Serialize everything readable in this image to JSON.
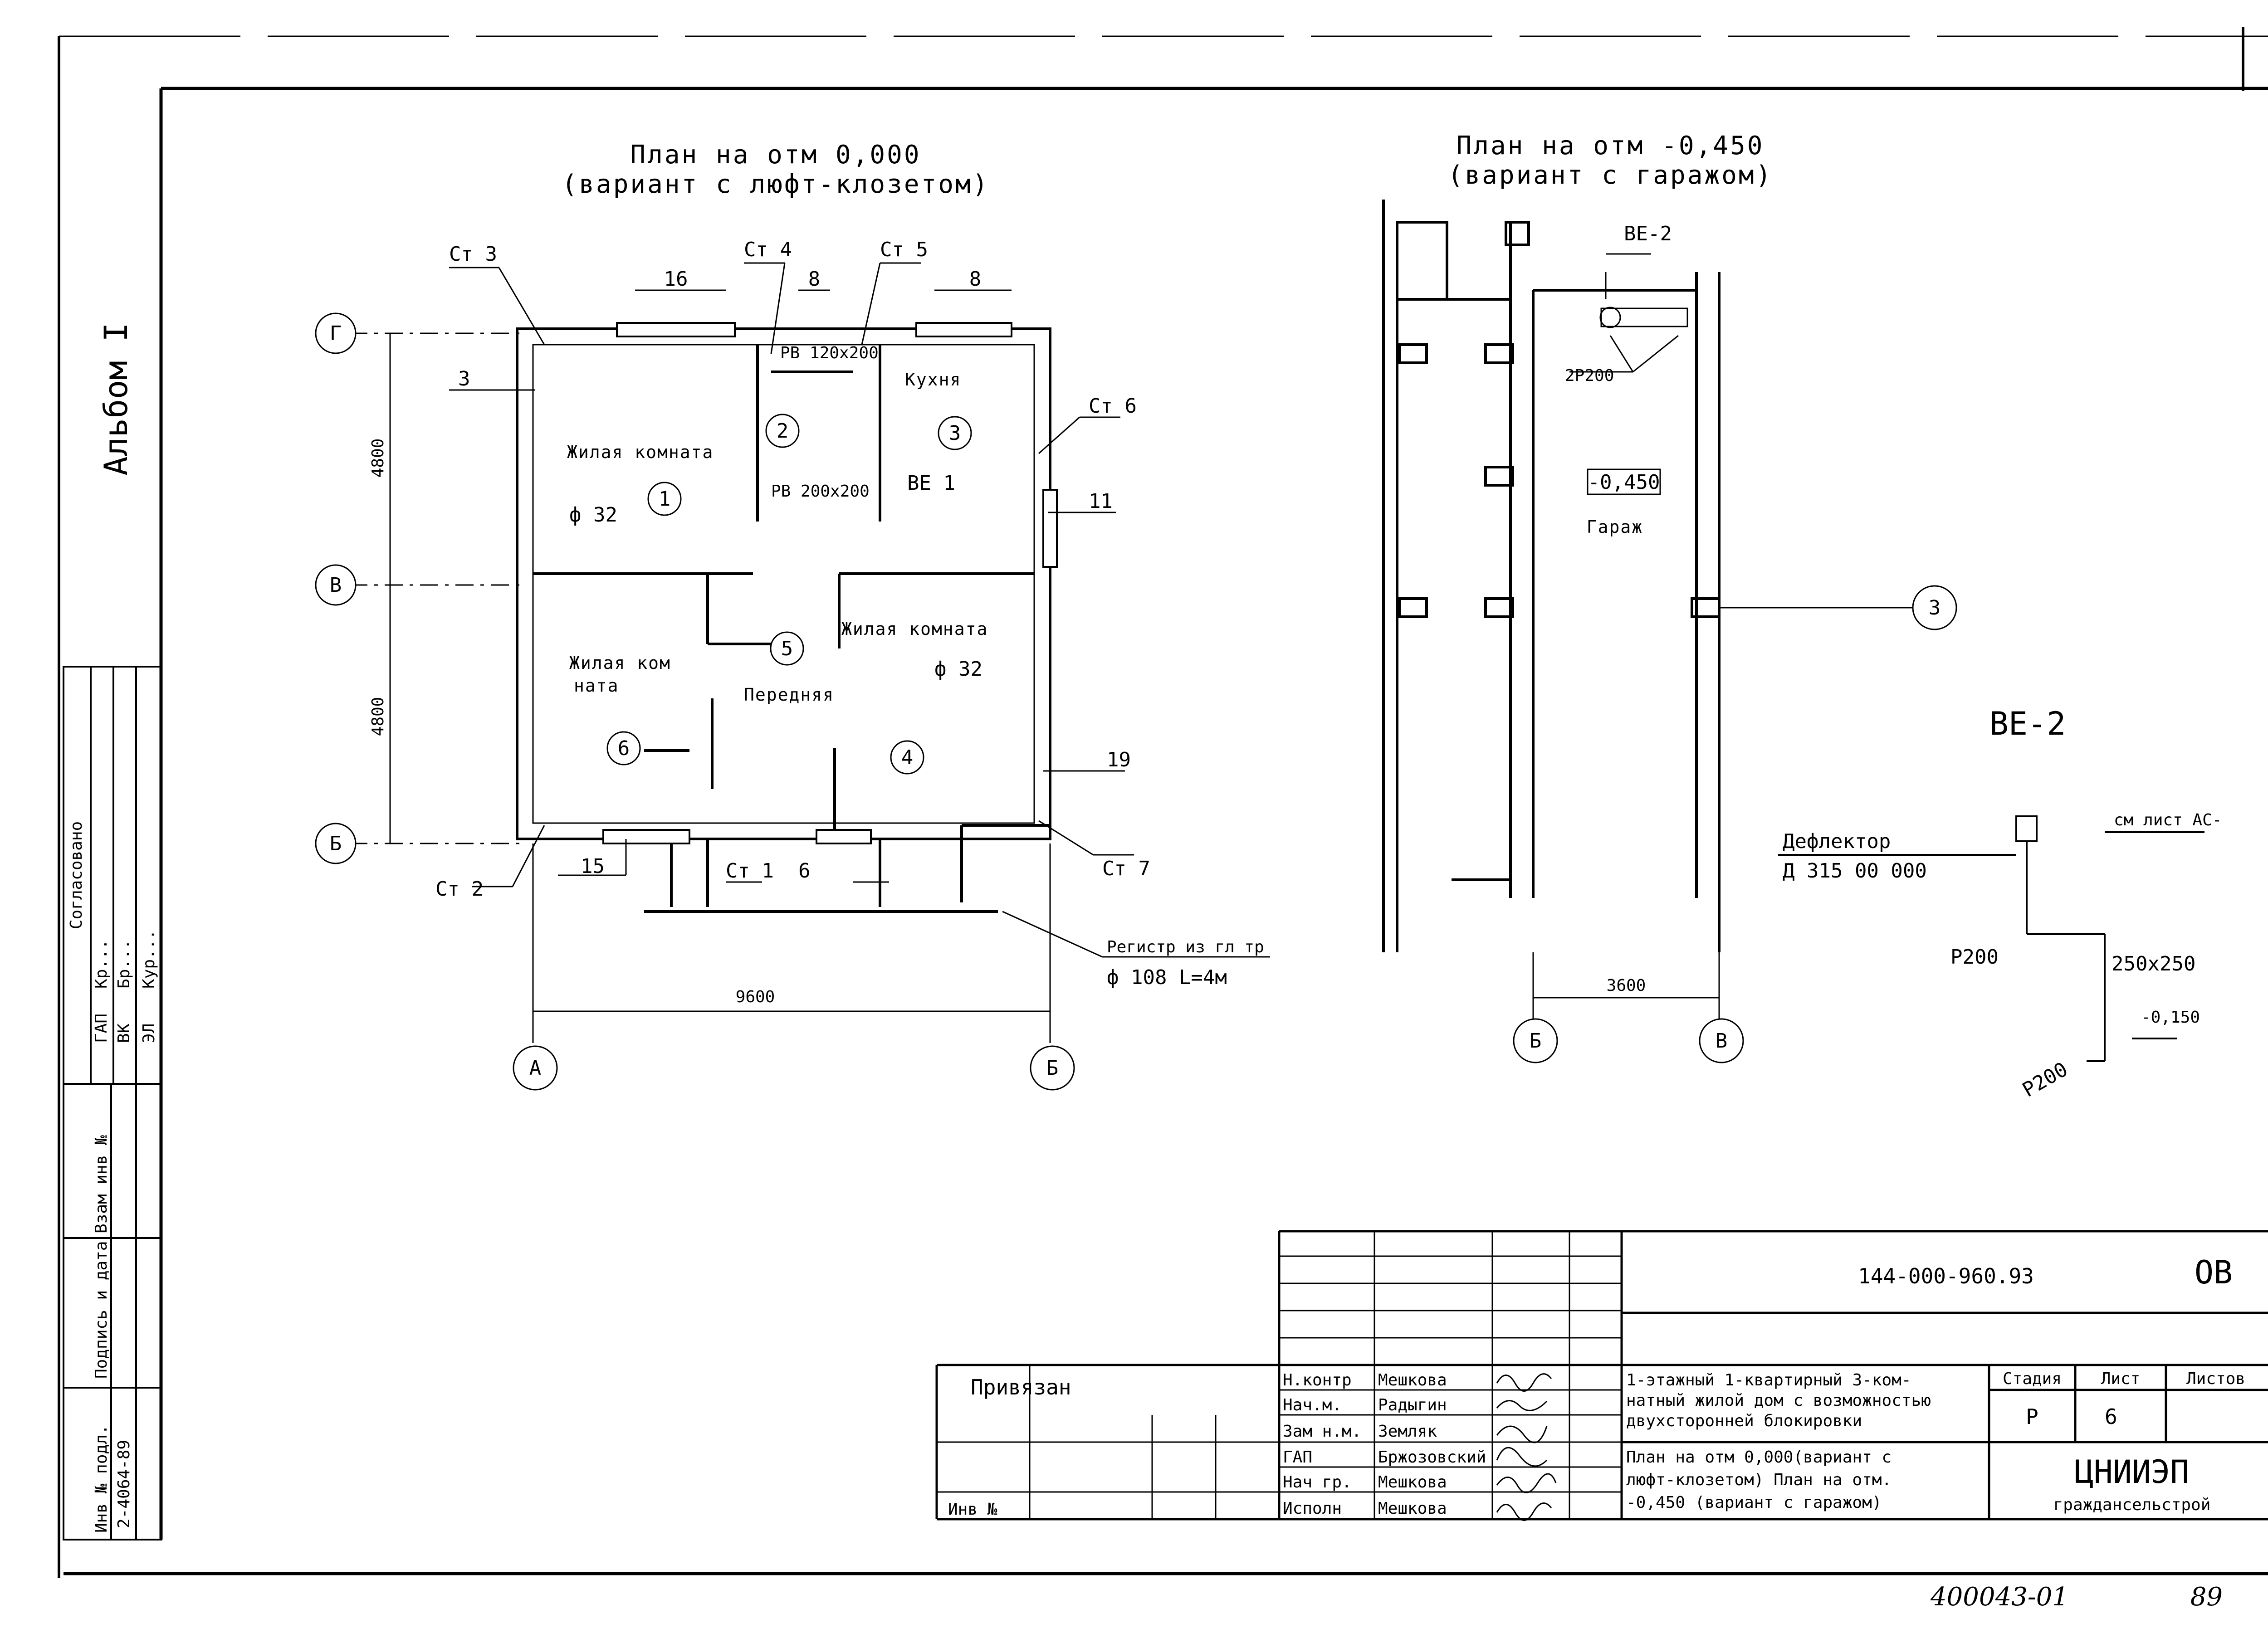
{
  "plan1": {
    "title_line1": "План на отм 0,000",
    "title_line2": "(вариант с люфт-клозетом)",
    "axes": {
      "G": "Г",
      "V": "В",
      "B": "Б",
      "A": "А",
      "B2": "Б"
    },
    "dims": {
      "upper": "4800",
      "lower": "4800",
      "width": "9600"
    },
    "risers": {
      "st3": "Ст 3",
      "st4": "Ст 4",
      "st5": "Ст 5",
      "st6": "Ст 6",
      "st7": "Ст 7",
      "st2": "Ст 2",
      "st1": "Ст 1"
    },
    "numbers": {
      "n16": "16",
      "n8a": "8",
      "n8b": "8",
      "n3": "3",
      "n11": "11",
      "n19": "19",
      "n15": "15",
      "n6": "6"
    },
    "rooms": {
      "living1": "Жилая комната",
      "kitchen": "Кухня",
      "living2_l1": "Жилая ком",
      "living2_l2": "ната",
      "living3": "Жилая комната",
      "hall": "Передняя"
    },
    "markers": [
      "1",
      "2",
      "3",
      "4",
      "5",
      "6"
    ],
    "grilles": {
      "top": "РВ 120х200",
      "mid": "РВ 200х200",
      "ve": "ВЕ 1"
    },
    "pipes": {
      "left": "ф 32",
      "right": "ф 32"
    },
    "register_l1": "Регистр из гл тр",
    "register_l2": "ф 108  L=4м"
  },
  "plan2": {
    "title_line1": "План на отм -0,450",
    "title_line2": "(вариант с гаражом)",
    "ve": "ВЕ-2",
    "grille": "2Р200",
    "level": "-0,450",
    "room": "Гараж",
    "dim": "3600",
    "axes": {
      "B": "Б",
      "V": "В"
    },
    "marker": "3"
  },
  "ve2_scheme": {
    "title": "ВЕ-2",
    "deflector_l1": "Дефлектор",
    "deflector_l2": "Д 315 00 000",
    "ref": "см лист АС-",
    "p200_top": "Р200",
    "duct": "250х250",
    "level": "-0,150",
    "p200_bottom": "Р200"
  },
  "side": {
    "album": "Альбом I",
    "agreed": "Согласовано",
    "roles": [
      "ГАП",
      "ВК",
      "ЭЛ"
    ],
    "names": [
      "Кр...",
      "Бр...",
      "Кур..."
    ],
    "inv_cols": [
      "Инв № подл.",
      "Подпись и дата",
      "Взам инв №"
    ],
    "inv_no": "2-4064-89"
  },
  "stamp": {
    "doc_code": "144-000-960.93",
    "mark": "ОВ",
    "bound": "Привязан",
    "inv": "Инв №",
    "roles": [
      "Н.контр",
      "Нач.м.",
      "Зам н.м.",
      "ГАП",
      "Нач гр.",
      "Исполн"
    ],
    "names": [
      "Мешкова",
      "Радыгин",
      "Земляк",
      "Бржозовский",
      "Мешкова",
      "Мешкова"
    ],
    "desc_l1": "1-этажный 1-квартирный 3-ком-",
    "desc_l2": "натный жилой дом с возможностью",
    "desc_l3": "двухсторонней блокировки",
    "sheet_l1": "План на отм 0,000(вариант с",
    "sheet_l2": "люфт-клозетом) План на отм.",
    "sheet_l3": "-0,450 (вариант с гаражом)",
    "stage_h": "Стадия",
    "sheet_h": "Лист",
    "sheets_h": "Листов",
    "stage": "Р",
    "sheet_no": "6",
    "org_l1": "ЦНИИЭП",
    "org_l2": "граждансельстрой"
  },
  "footer": {
    "archive": "400043-01",
    "page": "89"
  }
}
